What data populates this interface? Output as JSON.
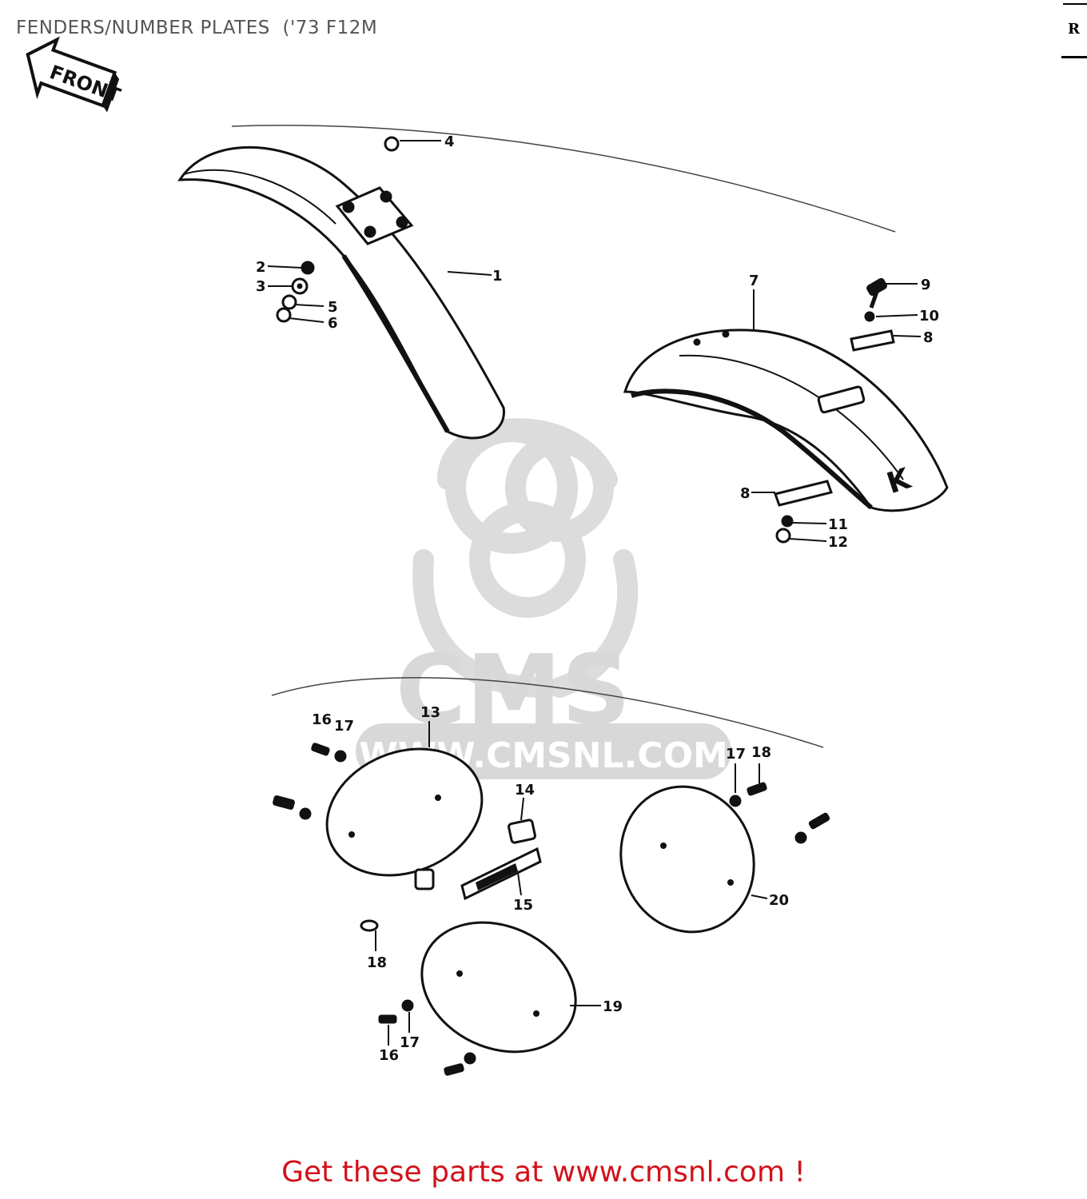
{
  "header": {
    "title": "FENDERS/NUMBER PLATES  ('73 F12M",
    "corner_text": "R"
  },
  "front_arrow": {
    "text": "FRONT"
  },
  "watermark": {
    "logo_text": "CMS",
    "url_text": "WWW.CMSNL.COM",
    "color": "#d8d8d8"
  },
  "callouts": {
    "c1": "1",
    "c2": "2",
    "c3": "3",
    "c4": "4",
    "c5": "5",
    "c6": "6",
    "c7": "7",
    "c8a": "8",
    "c8b": "8",
    "c9": "9",
    "c10": "10",
    "c11": "11",
    "c12": "12",
    "c13": "13",
    "c14": "14",
    "c15": "15",
    "c16a": "16",
    "c16b": "16",
    "c17a": "17",
    "c17b": "17",
    "c17c": "17",
    "c18a": "18",
    "c18b": "18",
    "c19": "19",
    "c20": "20"
  },
  "footer": {
    "text": "Get these parts at www.cmsnl.com !",
    "color": "#d2121a"
  }
}
